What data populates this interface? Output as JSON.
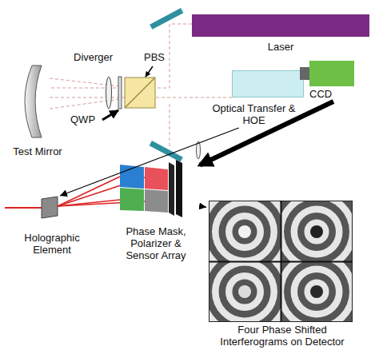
{
  "diagram": {
    "nodes": [
      {
        "text": [
          "Laser"
        ]
      },
      {
        "text": [
          "Optical Transfer & HOE"
        ]
      },
      {
        "text": [
          "CCD"
        ]
      },
      {
        "text": [
          "Holographic Element"
        ]
      },
      {
        "text": [
          "Phase Mask, Polarizer & Sensor Array"
        ]
      },
      {
        "text": [
          "Four Phase Shifted Interferograms on Detector"
        ]
      }
    ],
    "edges": [
      {
        "from": 2,
        "to": 4,
        "arrow": "to"
      },
      {
        "from": 1,
        "to": 3,
        "arrow": "to"
      },
      {
        "from": 4,
        "to": 5,
        "arrow": "to"
      }
    ],
    "labels": [
      "Diverger",
      "PBS",
      "QWP",
      "Test Mirror"
    ]
  }
}
